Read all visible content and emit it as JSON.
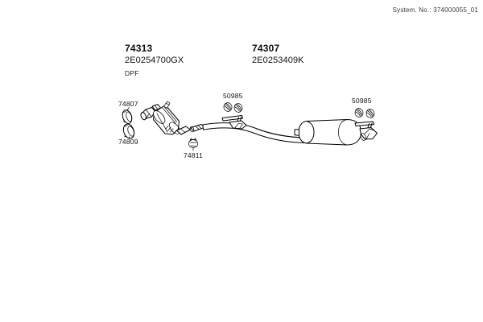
{
  "header": {
    "system_no": "System. No.: 374000055_01"
  },
  "parts": [
    {
      "id": "74313",
      "number": "74313",
      "code": "2E0254700GX",
      "description": "DPF"
    },
    {
      "id": "74307",
      "number": "74307",
      "code": "2E0253409K",
      "description": ""
    }
  ],
  "callouts": [
    {
      "id": "74807",
      "label": "74807"
    },
    {
      "id": "74809",
      "label": "74809"
    },
    {
      "id": "74811",
      "label": "74811"
    },
    {
      "id": "50985-mid",
      "label": "50985"
    },
    {
      "id": "50985-rear",
      "label": "50985"
    }
  ],
  "diagram": {
    "title": "exhaust-system-assembly",
    "components": [
      "gasket-ring-74807",
      "clamp-ring-74809",
      "diesel-particulate-filter-74313",
      "clamp-74811",
      "mid-pipe-74307",
      "hanger-mount-50985-mid",
      "rear-muffler",
      "hanger-mount-50985-rear",
      "tailpipe"
    ]
  },
  "colors": {
    "line": "#000000",
    "background": "#ffffff",
    "text": "#111111"
  }
}
